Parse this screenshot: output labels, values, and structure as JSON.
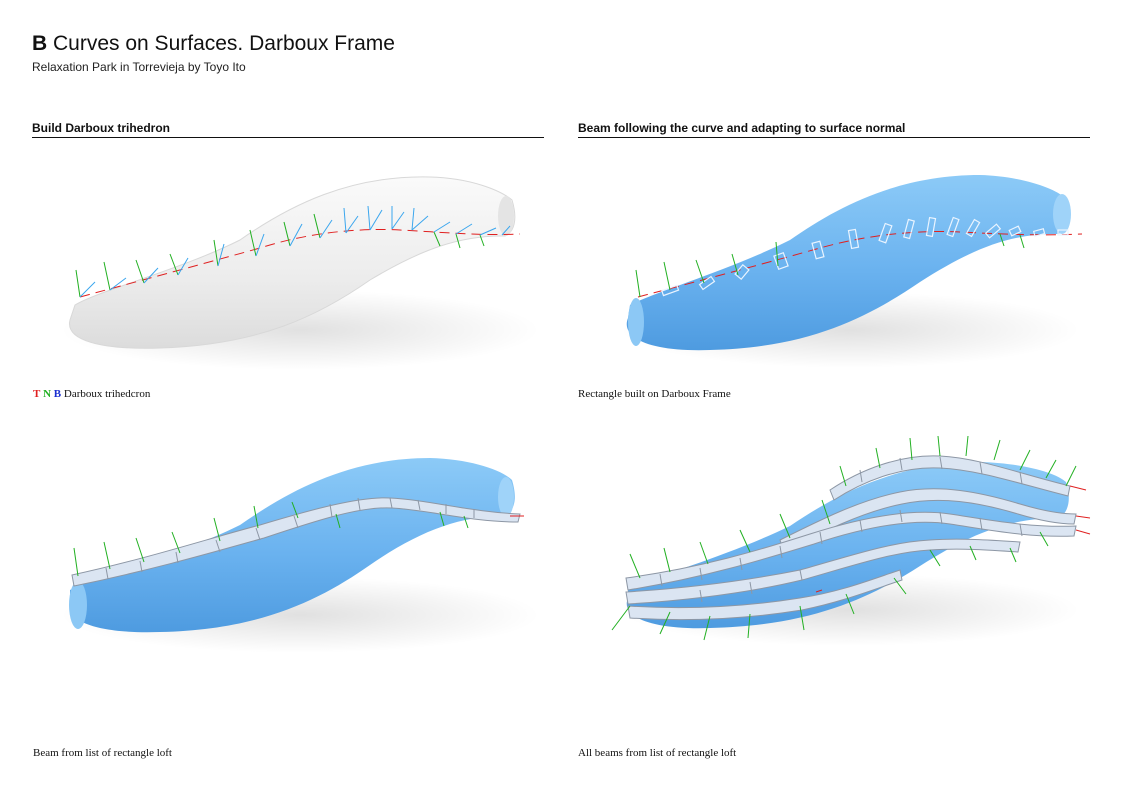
{
  "header": {
    "letter": "B",
    "title": "Curves on Surfaces. Darboux Frame",
    "subtitle": "Relaxation Park in Torrevieja by Toyo Ito"
  },
  "sections": {
    "left_heading": "Build Darboux trihedron",
    "right_heading": "Beam following the curve and adapting to surface normal"
  },
  "captions": {
    "legend_t": "T",
    "legend_n": "N",
    "legend_b": "B",
    "panel1": "Darboux trihedcron",
    "panel2": "Rectangle built on Darboux Frame",
    "panel3": "Beam from list of rectangle loft",
    "panel4": "All beams from list of rectangle loft"
  },
  "colors": {
    "tangent": "#e02020",
    "normal": "#22b022",
    "binormal": "#1a2fd0",
    "surface_white": "#efefef",
    "surface_blue": "#6fb5f0",
    "beam": "#dce6f3"
  }
}
